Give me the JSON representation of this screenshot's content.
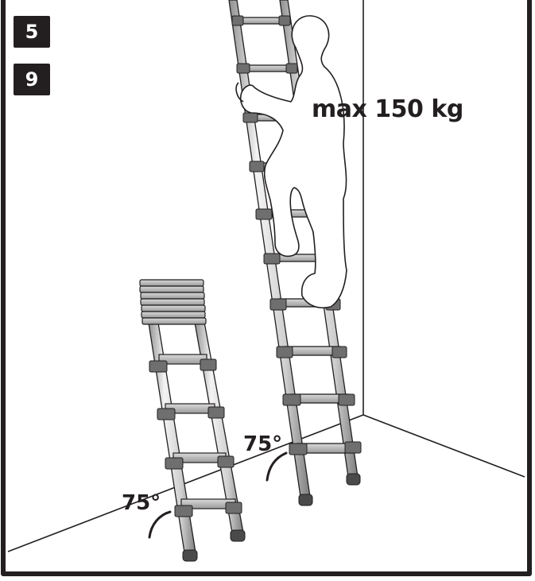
{
  "badges": {
    "first": "5",
    "second": "9"
  },
  "load_label": "max 150 kg",
  "angles": {
    "right": "75°",
    "left": "75°"
  },
  "colors": {
    "ink": "#231f20",
    "metal_light": "#e6e6e6",
    "metal_dark": "#8a8a8a",
    "paper": "#ffffff"
  }
}
